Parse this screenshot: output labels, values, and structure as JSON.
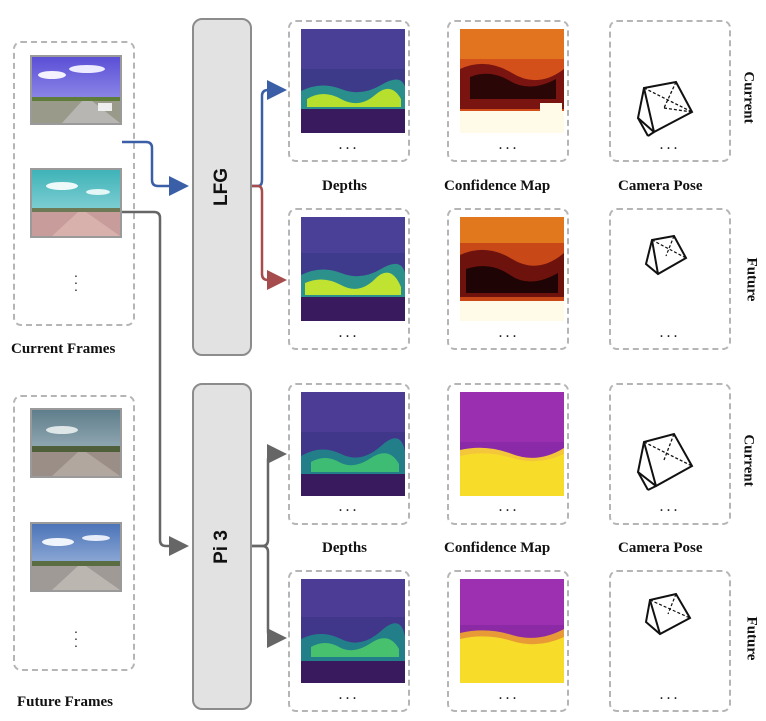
{
  "groups": {
    "current_frames": "Current Frames",
    "future_frames": "Future Frames"
  },
  "models": {
    "lfg": "LFG",
    "pi3": "Pi 3"
  },
  "columns": {
    "depths": "Depths",
    "confidence": "Confidence Map",
    "pose": "Camera Pose"
  },
  "rows": {
    "current": "Current",
    "future": "Future"
  },
  "ellipsis": "...",
  "colors": {
    "arrow_current": "#3a5fa6",
    "arrow_future": "#a64c4c",
    "arrow_gray": "#666666",
    "dash_border": "#b5b5b5"
  }
}
